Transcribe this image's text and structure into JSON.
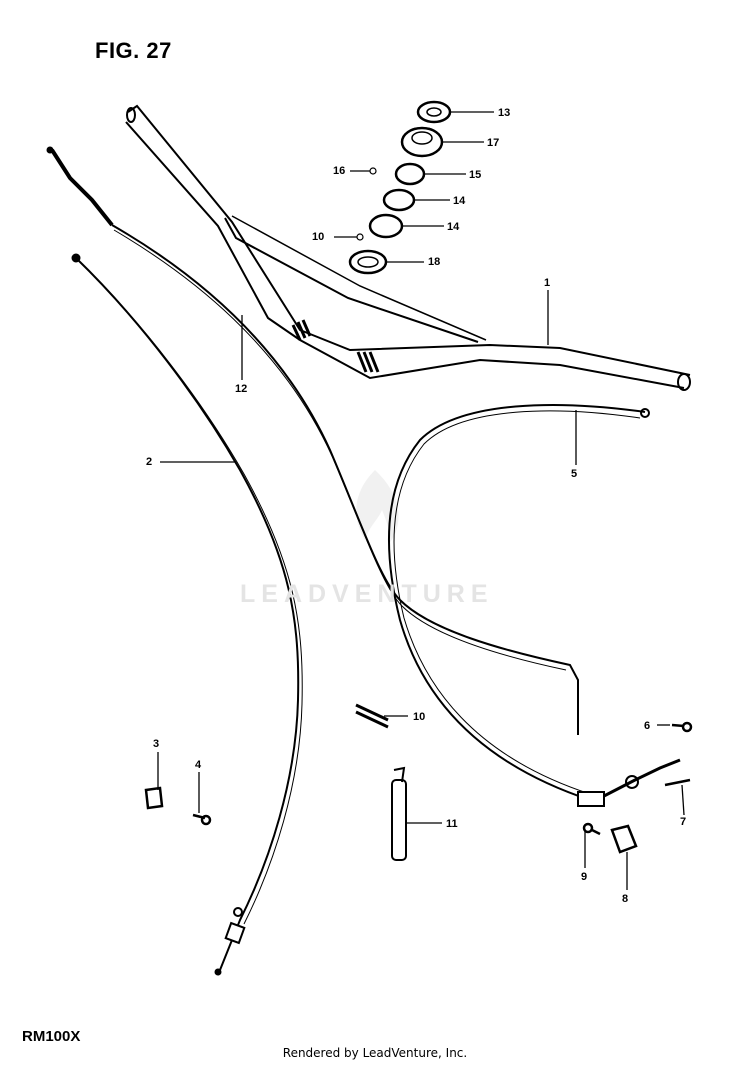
{
  "figure": {
    "title": "FIG. 27",
    "model": "RM100X"
  },
  "watermark": {
    "text": "LEADVENTURE"
  },
  "footer": {
    "text": "Rendered by LeadVenture, Inc."
  },
  "callouts": [
    {
      "id": "c13",
      "text": "13"
    },
    {
      "id": "c17",
      "text": "17"
    },
    {
      "id": "c16",
      "text": "16"
    },
    {
      "id": "c15",
      "text": "15"
    },
    {
      "id": "c14a",
      "text": "14"
    },
    {
      "id": "c10a",
      "text": "10"
    },
    {
      "id": "c14b",
      "text": "14"
    },
    {
      "id": "c18",
      "text": "18"
    },
    {
      "id": "c1",
      "text": "1"
    },
    {
      "id": "c12",
      "text": "12"
    },
    {
      "id": "c2",
      "text": "2"
    },
    {
      "id": "c5",
      "text": "5"
    },
    {
      "id": "c10b",
      "text": "10"
    },
    {
      "id": "c6",
      "text": "6"
    },
    {
      "id": "c3",
      "text": "3"
    },
    {
      "id": "c4",
      "text": "4"
    },
    {
      "id": "c7",
      "text": "7"
    },
    {
      "id": "c11",
      "text": "11"
    },
    {
      "id": "c9",
      "text": "9"
    },
    {
      "id": "c8",
      "text": "8"
    }
  ]
}
